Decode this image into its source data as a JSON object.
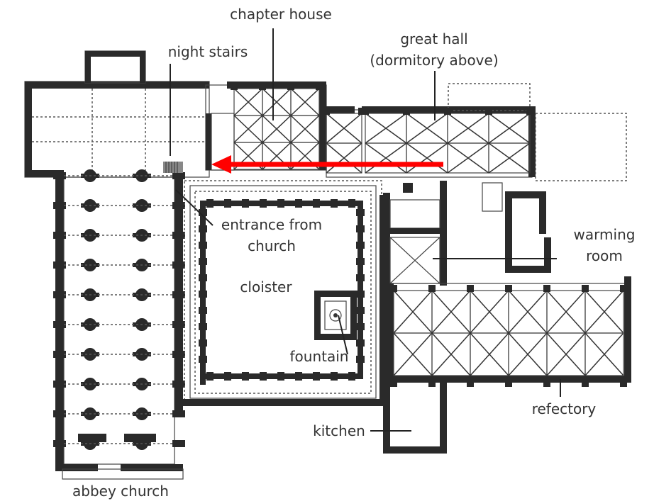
{
  "labels": {
    "chapter_house": "chapter house",
    "night_stairs": "night stairs",
    "great_hall_line1": "great hall",
    "great_hall_line2": "(dormitory above)",
    "entrance_line1": "entrance from",
    "entrance_line2": "church",
    "warming_line1": "warming",
    "warming_line2": "room",
    "cloister": "cloister",
    "fountain": "fountain",
    "kitchen": "kitchen",
    "refectory": "refectory",
    "abbey_church": "abbey church"
  },
  "colors": {
    "background": "#ffffff",
    "walls": "#2a2a2a",
    "label_text": "#333333",
    "arrow": "#ff0000"
  },
  "arrow": {
    "color": "#ff0000",
    "direction": "left",
    "from": "great hall",
    "to": "night stairs"
  }
}
